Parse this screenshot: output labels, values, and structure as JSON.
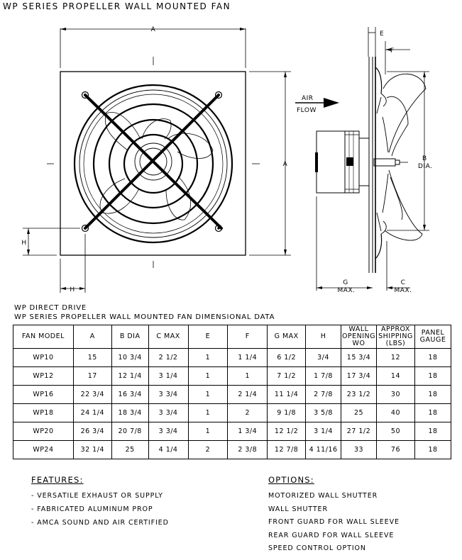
{
  "title": "WP SERIES PROPELLER WALL MOUNTED FAN",
  "drawing": {
    "front_labels": {
      "a_top": "A",
      "a_right": "A",
      "h_left": "H",
      "h_bottom": "H"
    },
    "side_labels": {
      "e": "E",
      "f": "F",
      "air": "AIR",
      "flow": "FLOW",
      "b": "B",
      "dia": "DIA.",
      "g": "G",
      "g_max": "MAX.",
      "c": "C",
      "c_max": "MAX."
    }
  },
  "subtitle1": "WP DIRECT DRIVE",
  "subtitle2": "WP SERIES PROPELLER WALL MOUNTED FAN DIMENSIONAL DATA",
  "table": {
    "headers": [
      "FAN MODEL",
      "A",
      "B DIA",
      "C MAX",
      "E",
      "F",
      "G MAX",
      "H",
      "WALL OPENING WO",
      "APPROX SHIPPING (LBS)",
      "PANEL GAUGE"
    ],
    "rows": [
      [
        "WP10",
        "15",
        "10 3/4",
        "2 1/2",
        "1",
        "1 1/4",
        "6 1/2",
        "3/4",
        "15 3/4",
        "12",
        "18"
      ],
      [
        "WP12",
        "17",
        "12 1/4",
        "3 1/4",
        "1",
        "1",
        "7 1/2",
        "1 7/8",
        "17 3/4",
        "14",
        "18"
      ],
      [
        "WP16",
        "22 3/4",
        "16 3/4",
        "3 3/4",
        "1",
        "2 1/4",
        "11 1/4",
        "2 7/8",
        "23 1/2",
        "30",
        "18"
      ],
      [
        "WP18",
        "24 1/4",
        "18 3/4",
        "3 3/4",
        "1",
        "2",
        "9 1/8",
        "3 5/8",
        "25",
        "40",
        "18"
      ],
      [
        "WP20",
        "26 3/4",
        "20 7/8",
        "3 3/4",
        "1",
        "1 3/4",
        "12 1/2",
        "3 1/4",
        "27 1/2",
        "50",
        "18"
      ],
      [
        "WP24",
        "32 1/4",
        "25",
        "4 1/4",
        "2",
        "2 3/8",
        "12 7/8",
        "4 11/16",
        "33",
        "76",
        "18"
      ]
    ]
  },
  "features": {
    "title": "FEATURES:",
    "items": [
      "- VERSATILE EXHAUST OR SUPPLY",
      "- FABRICATED ALUMINUM PROP",
      "- AMCA SOUND AND AIR CERTIFIED"
    ]
  },
  "options": {
    "title": "OPTIONS:",
    "items": [
      "MOTORIZED WALL SHUTTER",
      "WALL SHUTTER",
      "FRONT GUARD FOR WALL SLEEVE",
      "REAR GUARD FOR WALL SLEEVE",
      "SPEED CONTROL OPTION"
    ]
  }
}
